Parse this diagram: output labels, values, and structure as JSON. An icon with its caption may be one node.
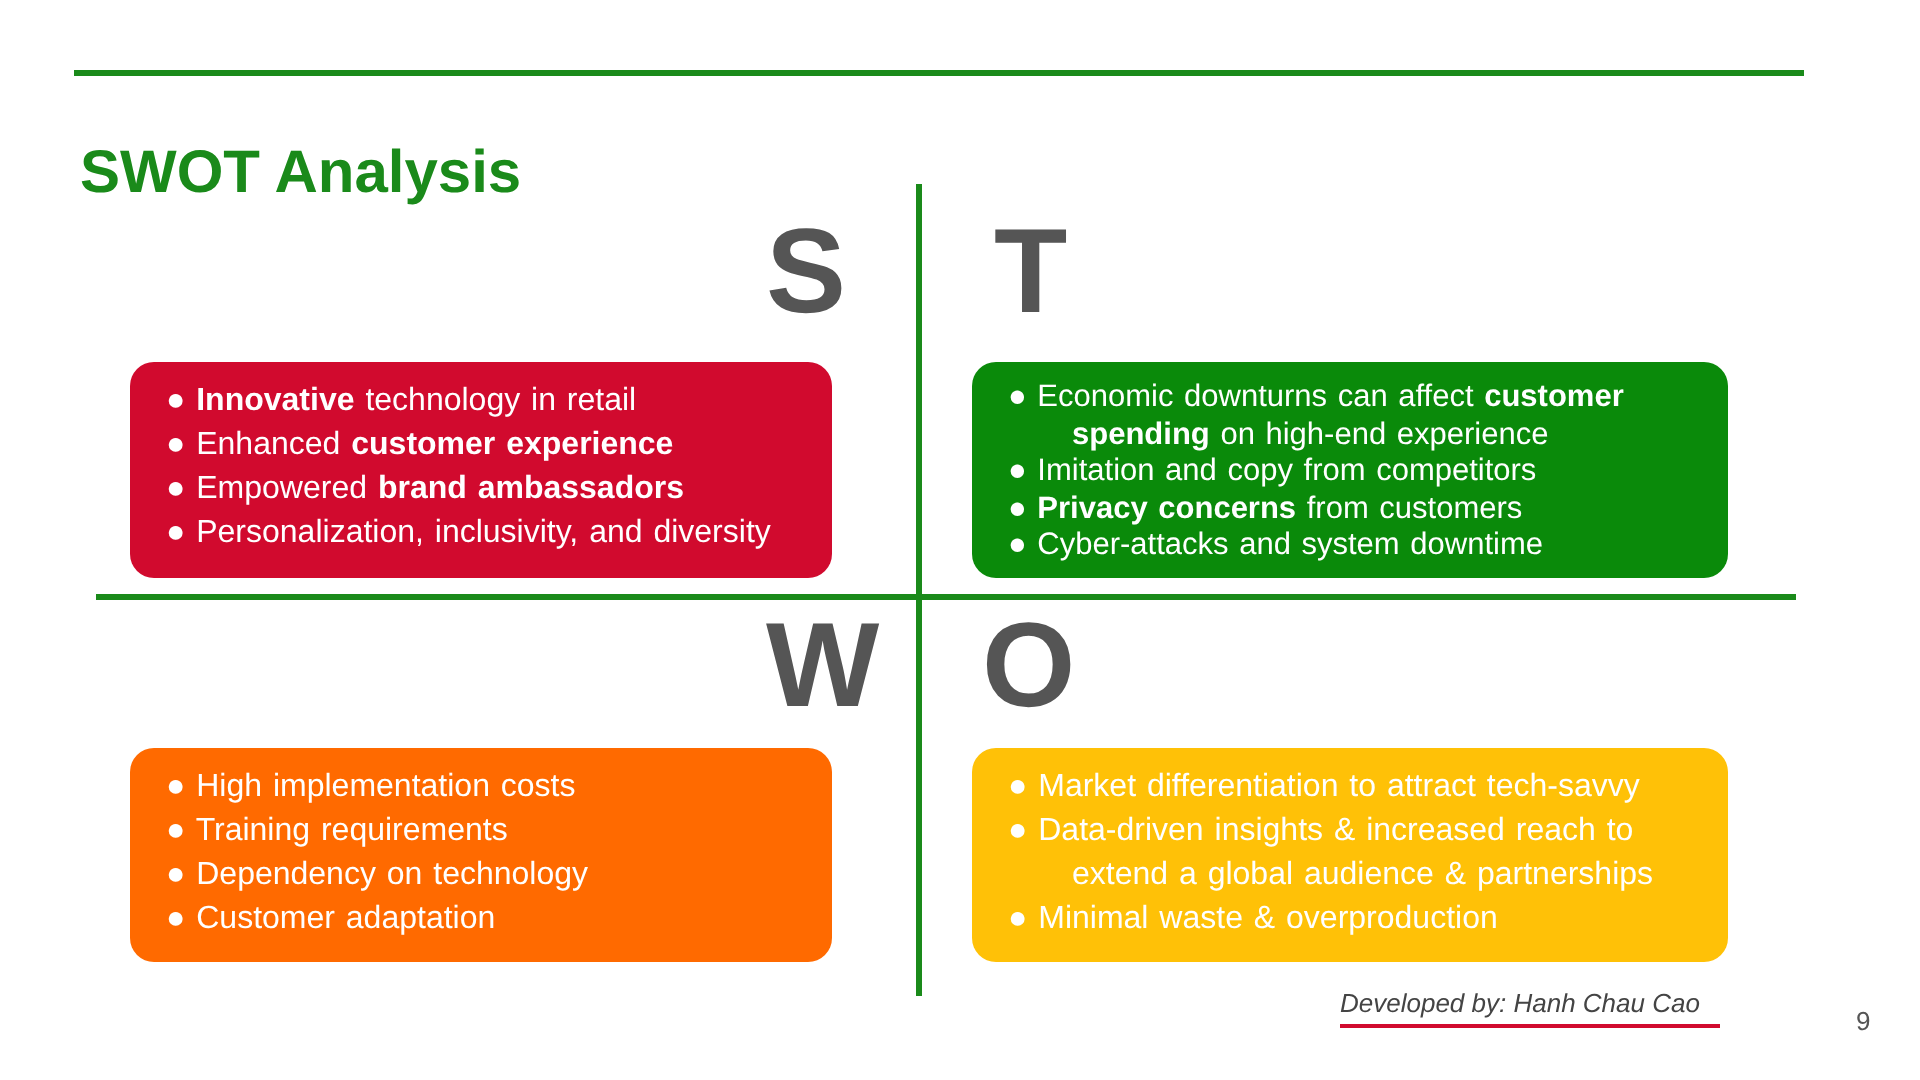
{
  "diagram": {
    "title": "SWOT Analysis",
    "nodes": [
      {
        "text": [
          "● **Innovative** technology in retail",
          "● Enhanced **customer experience**",
          "● Empowered **brand ambassadors**",
          "● Personalization, inclusivity, and diversity"
        ]
      },
      {
        "text": [
          "● Economic downturns can affect **customer spending** on high-end experience",
          "● Imitation and copy from competitors",
          "● **Privacy concerns** from customers",
          "● Cyber-attacks and system downtime"
        ]
      },
      {
        "text": [
          "● High implementation costs",
          "● Training requirements",
          "● Dependency on technology",
          "● Customer adaptation"
        ]
      },
      {
        "text": [
          "● Market differentiation to attract tech-savvy",
          "● Data-driven insights & increased reach to extend a global audience & partnerships",
          "● Minimal waste & overproduction"
        ]
      }
    ],
    "edges": [],
    "labels": [
      "S",
      "T",
      "W",
      "O",
      "Developed by: Hanh Chau Cao",
      "9"
    ]
  }
}
